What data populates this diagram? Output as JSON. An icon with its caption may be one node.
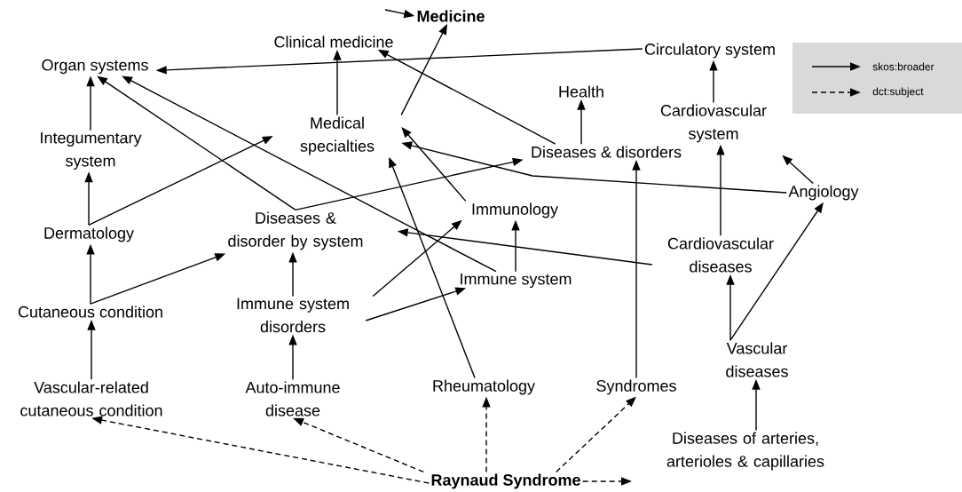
{
  "diagram": {
    "nodes": [
      {
        "text": [
          "Medicine"
        ]
      },
      {
        "text": [
          "Clinical medicine"
        ]
      },
      {
        "text": [
          "Circulatory system"
        ]
      },
      {
        "text": [
          "Organ systems"
        ]
      },
      {
        "text": [
          "Health"
        ]
      },
      {
        "text": [
          "Medical specialties"
        ]
      },
      {
        "text": [
          "Cardiovascular system"
        ]
      },
      {
        "text": [
          "Integumentary system"
        ]
      },
      {
        "text": [
          "Diseases & disorders"
        ]
      },
      {
        "text": [
          "Angiology"
        ]
      },
      {
        "text": [
          "Dermatology"
        ]
      },
      {
        "text": [
          "Diseases & disorder by system"
        ]
      },
      {
        "text": [
          "Immunology"
        ]
      },
      {
        "text": [
          "Cardiovascular diseases"
        ]
      },
      {
        "text": [
          "Immune system"
        ]
      },
      {
        "text": [
          "Cutaneous condition"
        ]
      },
      {
        "text": [
          "Immune system disorders"
        ]
      },
      {
        "text": [
          "Vascular diseases"
        ]
      },
      {
        "text": [
          "Vascular-related cutaneous condition"
        ]
      },
      {
        "text": [
          "Auto-immune disease"
        ]
      },
      {
        "text": [
          "Rheumatology"
        ]
      },
      {
        "text": [
          "Syndromes"
        ]
      },
      {
        "text": [
          "Diseases of arteries, arterioles & capillaries"
        ]
      },
      {
        "text": [
          "Raynaud Syndrome"
        ]
      }
    ],
    "edges": [
      {
        "from": null,
        "to": 0,
        "arrow": "to"
      },
      {
        "from": 5,
        "to": 0,
        "arrow": "to"
      },
      {
        "from": 5,
        "to": 1,
        "arrow": "to"
      },
      {
        "from": 2,
        "to": 3,
        "arrow": "to"
      },
      {
        "from": 8,
        "to": 1,
        "arrow": "to"
      },
      {
        "from": 8,
        "to": 4,
        "arrow": "to"
      },
      {
        "from": 9,
        "to": 5,
        "arrow": "to"
      },
      {
        "from": 12,
        "to": 5,
        "arrow": "to"
      },
      {
        "from": 20,
        "to": 5,
        "arrow": "to"
      },
      {
        "from": 7,
        "to": 3,
        "arrow": "to"
      },
      {
        "from": 10,
        "to": 7,
        "arrow": "to"
      },
      {
        "from": 10,
        "to": 5,
        "arrow": "to"
      },
      {
        "from": 11,
        "to": 8,
        "arrow": "to"
      },
      {
        "from": 11,
        "to": 3,
        "arrow": "to"
      },
      {
        "from": 14,
        "to": 3,
        "arrow": "to"
      },
      {
        "from": 14,
        "to": 12,
        "arrow": "to"
      },
      {
        "from": 13,
        "to": 11,
        "arrow": "to"
      },
      {
        "from": 16,
        "to": 12,
        "arrow": "to"
      },
      {
        "from": 16,
        "to": 14,
        "arrow": "to"
      },
      {
        "from": 16,
        "to": 11,
        "arrow": "to"
      },
      {
        "from": 15,
        "to": 10,
        "arrow": "to"
      },
      {
        "from": 15,
        "to": 11,
        "arrow": "to"
      },
      {
        "from": 18,
        "to": 15,
        "arrow": "to"
      },
      {
        "from": 19,
        "to": 16,
        "arrow": "to"
      },
      {
        "from": 21,
        "to": 8,
        "arrow": "to"
      },
      {
        "from": 13,
        "to": 6,
        "arrow": "to"
      },
      {
        "from": 6,
        "to": 2,
        "arrow": "to"
      },
      {
        "from": 9,
        "to": 6,
        "arrow": "to"
      },
      {
        "from": 17,
        "to": 13,
        "arrow": "to"
      },
      {
        "from": 17,
        "to": 9,
        "arrow": "to"
      },
      {
        "from": 22,
        "to": 17,
        "arrow": "to"
      },
      {
        "from": 23,
        "to": 18,
        "arrow": "to",
        "style": "dashed"
      },
      {
        "from": 23,
        "to": 19,
        "arrow": "to",
        "style": "dashed"
      },
      {
        "from": 23,
        "to": 20,
        "arrow": "to",
        "style": "dashed"
      },
      {
        "from": 23,
        "to": 21,
        "arrow": "to",
        "style": "dashed"
      },
      {
        "from": 23,
        "to": null,
        "arrow": "to",
        "style": "dashed"
      }
    ],
    "legend": [
      {
        "text": "skos:broader"
      },
      {
        "text": "dct:subject"
      }
    ]
  }
}
